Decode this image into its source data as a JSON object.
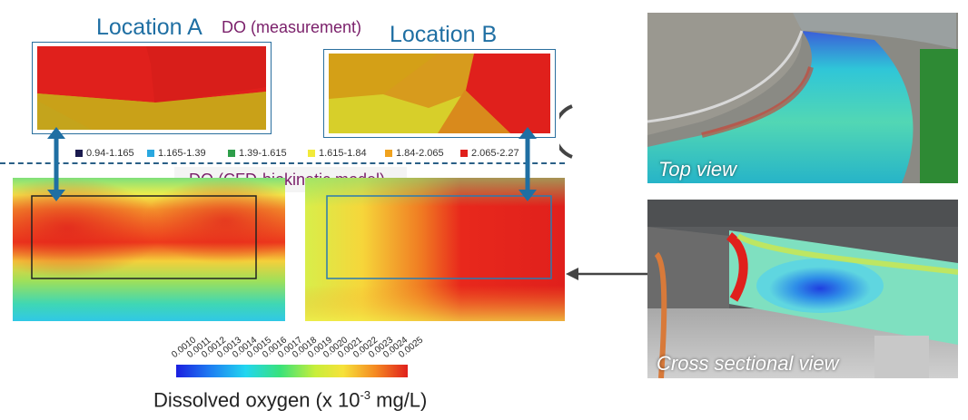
{
  "titles": {
    "location_a": "Location A",
    "location_b": "Location B",
    "do_measurement": "DO (measurement)",
    "do_model": "DO (CFD-biokinetic model)"
  },
  "measurement_legend": [
    {
      "label": "0.94-1.165",
      "color": "#1a1a4e"
    },
    {
      "label": "1.165-1.39",
      "color": "#2aa8e0"
    },
    {
      "label": "1.39-1.615",
      "color": "#2e9e4a"
    },
    {
      "label": "1.615-1.84",
      "color": "#f2ea3a"
    },
    {
      "label": "1.84-2.065",
      "color": "#f0a21e"
    },
    {
      "label": "2.065-2.27",
      "color": "#e0201c"
    }
  ],
  "colorbar": {
    "ticks": [
      "0.0010",
      "0.0011",
      "0.0012",
      "0.0013",
      "0.0014",
      "0.0015",
      "0.0016",
      "0.0017",
      "0.0018",
      "0.0019",
      "0.0020",
      "0.0021",
      "0.0022",
      "0.0023",
      "0.0024",
      "0.0025"
    ],
    "caption_prefix": "Dissolved oxygen (x 10",
    "caption_exp": "-3",
    "caption_suffix": " mg/L)"
  },
  "photos": {
    "top_view_label": "Top view",
    "cross_section_label": "Cross sectional view"
  }
}
